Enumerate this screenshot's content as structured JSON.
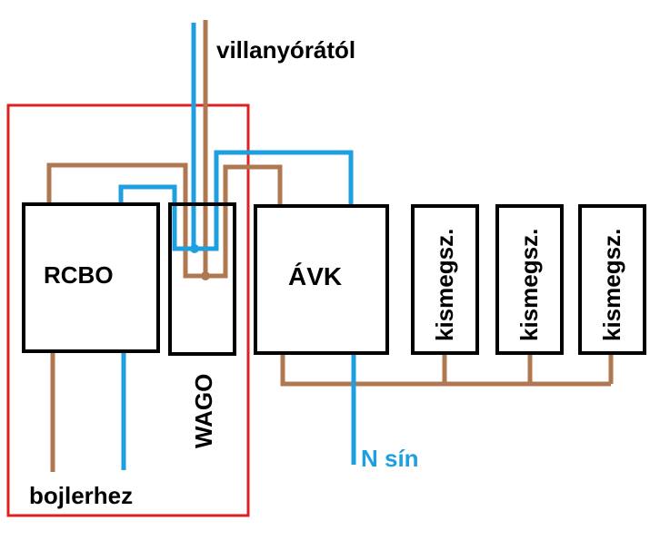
{
  "labels": {
    "source": "villanyórától",
    "rcbo": "RCBO",
    "wago": "WAGO",
    "avk": "ÁVK",
    "breaker_1": "kismegsz.",
    "breaker_2": "kismegsz.",
    "breaker_3": "kismegsz.",
    "neutral_bus": "N sín",
    "boiler": "bojlerhez"
  },
  "colors": {
    "live_wire": "#b07850",
    "neutral_wire": "#1ea0e0",
    "enclosure": "#e02020",
    "component": "#000000",
    "neutral_text": "#1ea0e0"
  }
}
